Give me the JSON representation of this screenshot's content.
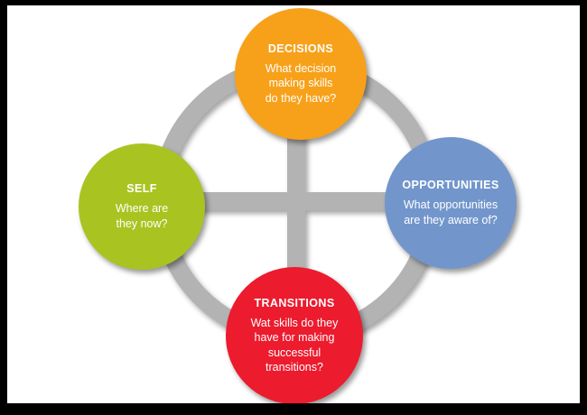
{
  "diagram": {
    "name": "career-planning-cycle",
    "background_color": "#ffffff",
    "frame_color": "#000000",
    "ring": {
      "color": "#b3b3b3"
    },
    "nodes": [
      {
        "id": "decisions",
        "position": "top",
        "title": "DECISIONS",
        "description": "What decision\nmaking skills\ndo they have?",
        "color": "#F7A11A"
      },
      {
        "id": "opportunities",
        "position": "right",
        "title": "OPPORTUNITIES",
        "description": "What opportunities\nare they aware of?",
        "color": "#7296CB"
      },
      {
        "id": "transitions",
        "position": "bottom",
        "title": "TRANSITIONS",
        "description": "Wat skills do they\nhave for making\nsuccessful\ntransitions?",
        "color": "#EC1B2E"
      },
      {
        "id": "self",
        "position": "left",
        "title": "SELF",
        "description": "Where are\nthey now?",
        "color": "#A9C421"
      }
    ]
  }
}
